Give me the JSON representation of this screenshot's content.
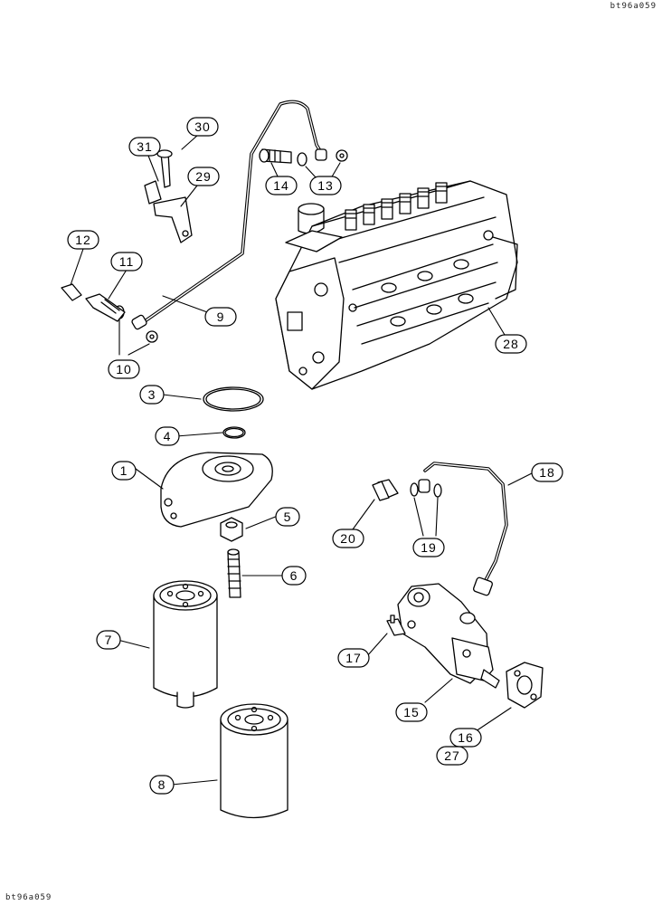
{
  "drawing": {
    "code_top": "bt96a059",
    "code_bottom": "bt96a059"
  },
  "callouts": {
    "c1": "1",
    "c3": "3",
    "c4": "4",
    "c5": "5",
    "c6": "6",
    "c7": "7",
    "c8": "8",
    "c9": "9",
    "c10": "10",
    "c11": "11",
    "c12": "12",
    "c13": "13",
    "c14": "14",
    "c15": "15",
    "c16": "16",
    "c17": "17",
    "c18": "18",
    "c19": "19",
    "c20": "20",
    "c27": "27",
    "c28": "28",
    "c29": "29",
    "c30": "30",
    "c31": "31"
  },
  "colors": {
    "ink": "#000000",
    "paper": "#ffffff"
  }
}
